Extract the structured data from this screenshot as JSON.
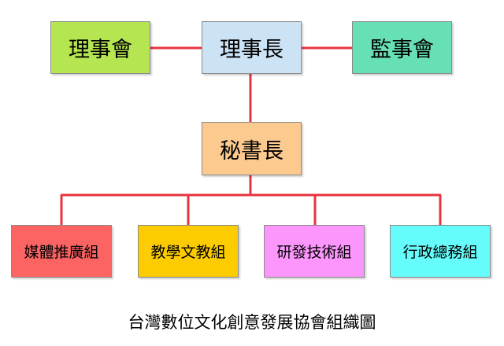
{
  "diagram": {
    "nodes": {
      "board_of_directors": {
        "label": "理事會",
        "color": "#b5e651"
      },
      "chairman": {
        "label": "理事長",
        "color": "#cce3f5"
      },
      "board_of_supervisors": {
        "label": "監事會",
        "color": "#66e0b4"
      },
      "secretary_general": {
        "label": "秘書長",
        "color": "#fcc98f"
      },
      "departments": [
        {
          "label": "媒體推廣組",
          "color": "#fc6363"
        },
        {
          "label": "教學文教組",
          "color": "#fccc00"
        },
        {
          "label": "研發技術組",
          "color": "#fc96fc"
        },
        {
          "label": "行政總務組",
          "color": "#66fcfc"
        }
      ]
    },
    "connector_color": "#e8343f",
    "caption": "台灣數位文化創意發展協會組織圖"
  }
}
